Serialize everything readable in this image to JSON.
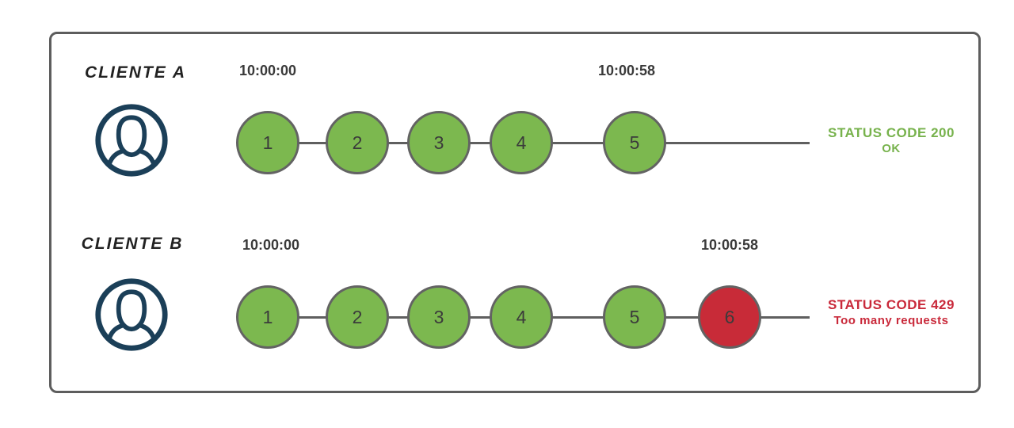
{
  "diagram": {
    "title_context": "rate-limit comparison of two clients",
    "rows": [
      {
        "client_label": "CLIENTE A",
        "start_time": "10:00:00",
        "end_time": "10:00:58",
        "requests": [
          {
            "n": "1",
            "status": "ok"
          },
          {
            "n": "2",
            "status": "ok"
          },
          {
            "n": "3",
            "status": "ok"
          },
          {
            "n": "4",
            "status": "ok"
          },
          {
            "n": "5",
            "status": "ok"
          }
        ],
        "status_line1": "STATUS CODE 200",
        "status_line2": "OK",
        "status_color": "#77b24c"
      },
      {
        "client_label": "CLIENTE B",
        "start_time": "10:00:00",
        "end_time": "10:00:58",
        "requests": [
          {
            "n": "1",
            "status": "ok"
          },
          {
            "n": "2",
            "status": "ok"
          },
          {
            "n": "3",
            "status": "ok"
          },
          {
            "n": "4",
            "status": "ok"
          },
          {
            "n": "5",
            "status": "ok"
          },
          {
            "n": "6",
            "status": "blocked"
          }
        ],
        "status_line1": "STATUS CODE 429",
        "status_line2": "Too many requests",
        "status_color": "#c9293a"
      }
    ],
    "colors": {
      "request_ok_fill": "#7cb84f",
      "request_blocked_fill": "#c82b38",
      "circle_border": "#636363",
      "timeline_line": "#5f5f5f",
      "person_icon": "#1b3f58",
      "ok_text": "#77b24c",
      "error_text": "#c9293a",
      "timestamp_text": "#3a3a3a",
      "frame_border": "#5d5d5d"
    }
  }
}
